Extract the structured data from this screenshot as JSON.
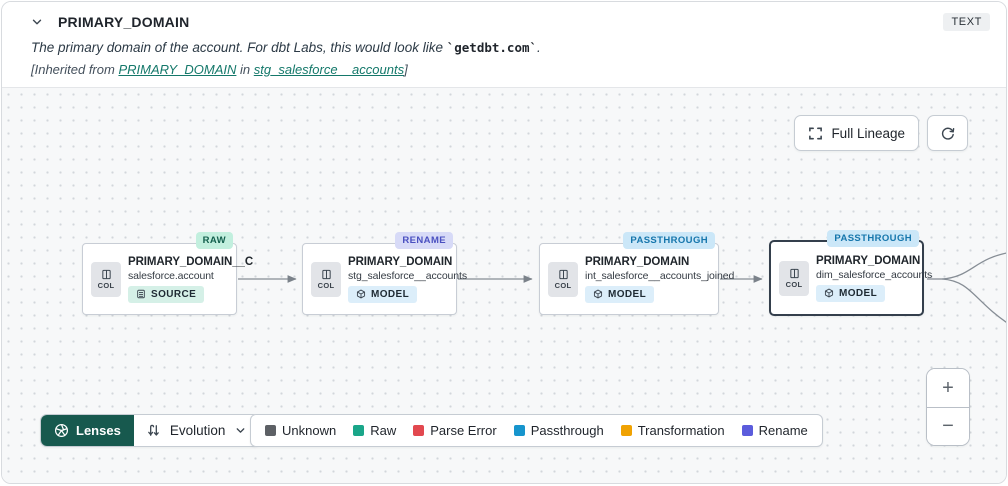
{
  "header": {
    "title": "PRIMARY_DOMAIN",
    "type_badge": "TEXT",
    "description_prefix": "The primary domain of the account. For dbt Labs, this would look like ",
    "description_code": "`getdbt.com`",
    "description_suffix": ".",
    "inherited_prefix": "[Inherited from ",
    "inherited_link_column": "PRIMARY_DOMAIN",
    "inherited_middle": " in ",
    "inherited_link_model": "stg_salesforce__accounts",
    "inherited_suffix": "]"
  },
  "toolbar": {
    "full_lineage_label": "Full Lineage"
  },
  "nodes": [
    {
      "title": "PRIMARY_DOMAIN__C",
      "subtitle": "salesforce.account",
      "resource": "SOURCE",
      "status": "RAW",
      "col_label": "COL"
    },
    {
      "title": "PRIMARY_DOMAIN",
      "subtitle": "stg_salesforce__accounts",
      "resource": "MODEL",
      "status": "RENAME",
      "col_label": "COL"
    },
    {
      "title": "PRIMARY_DOMAIN",
      "subtitle": "int_salesforce__accounts_joined",
      "resource": "MODEL",
      "status": "PASSTHROUGH",
      "col_label": "COL"
    },
    {
      "title": "PRIMARY_DOMAIN",
      "subtitle": "dim_salesforce_accounts",
      "resource": "MODEL",
      "status": "PASSTHROUGH",
      "col_label": "COL"
    }
  ],
  "lenses": {
    "button_label": "Lenses",
    "selected_lens": "Evolution"
  },
  "legend": {
    "items": [
      {
        "label": "Unknown",
        "color": "#5d6065"
      },
      {
        "label": "Raw",
        "color": "#1aa689"
      },
      {
        "label": "Parse Error",
        "color": "#e2484f"
      },
      {
        "label": "Passthrough",
        "color": "#1695cd"
      },
      {
        "label": "Transformation",
        "color": "#f0a202"
      },
      {
        "label": "Rename",
        "color": "#5b5cdc"
      }
    ]
  },
  "zoom_controls": {
    "zoom_in": "+",
    "zoom_out": "−"
  },
  "colors": {
    "accent_teal": "#14786a",
    "lenses_button_bg": "#17594e",
    "status_raw_bg": "#c2efde",
    "status_rename_bg": "#d7daf7",
    "status_passthrough_bg": "#cbe7f8",
    "canvas_bg": "#f7f8f9"
  }
}
